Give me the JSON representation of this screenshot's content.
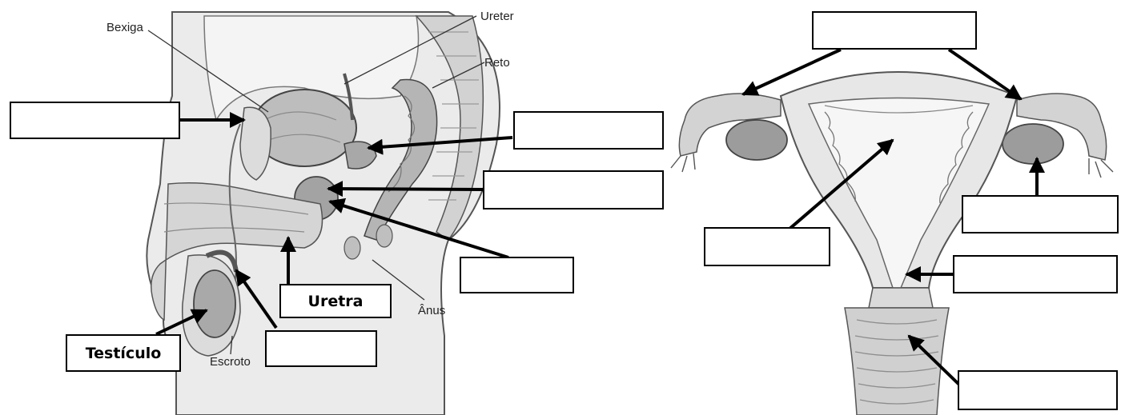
{
  "male_diagram": {
    "printed_labels": {
      "bladder": "Bexiga",
      "ureter": "Ureter",
      "rectum": "Reto",
      "anus": "Ânus",
      "scrotum": "Escroto"
    },
    "answer_boxes": {
      "urethra": "Uretra",
      "testicle": "Testículo",
      "blank_1": "",
      "blank_2": "",
      "blank_3": "",
      "blank_4": "",
      "blank_5": ""
    }
  },
  "female_diagram": {
    "answer_boxes": {
      "blank_top": "",
      "blank_ovary": "",
      "blank_uterus": "",
      "blank_cervix": "",
      "blank_vagina": ""
    }
  },
  "colors": {
    "outline": "#000000",
    "tissue_light": "#e6e6e6",
    "tissue_mid": "#c9c9c9",
    "tissue_dark": "#8f8f8f",
    "organ": "#a9a9a9"
  }
}
